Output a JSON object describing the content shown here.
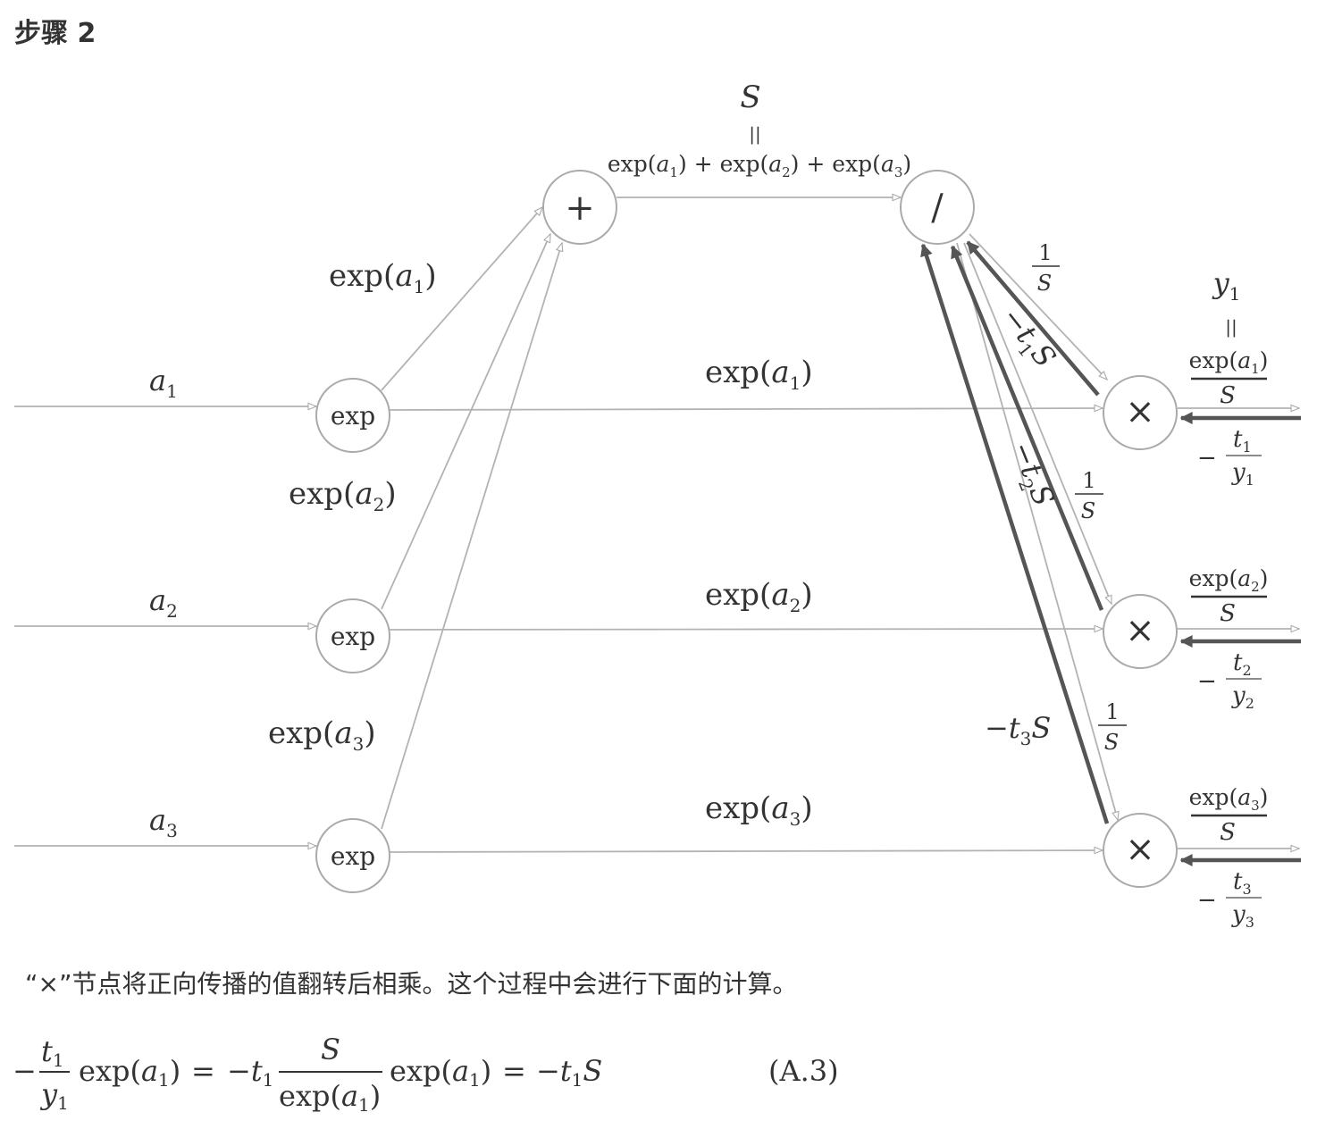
{
  "header": {
    "title": "步骤 2"
  },
  "graph": {
    "inputs": [
      {
        "label": "a",
        "sub": "1"
      },
      {
        "label": "a",
        "sub": "2"
      },
      {
        "label": "a",
        "sub": "3"
      }
    ],
    "exp_node_label": "exp",
    "plus_node_label": "+",
    "div_node_label": "/",
    "mul_node_label": "×",
    "exp_edge_labels": [
      {
        "pre": "exp(",
        "var": "a",
        "sub": "1",
        "post": ")"
      },
      {
        "pre": "exp(",
        "var": "a",
        "sub": "2",
        "post": ")"
      },
      {
        "pre": "exp(",
        "var": "a",
        "sub": "3",
        "post": ")"
      }
    ],
    "sum": {
      "symbol": "S",
      "equals": "||",
      "terms": [
        {
          "pre": "exp(",
          "var": "a",
          "sub": "1",
          "post": ")"
        },
        {
          "pre": "exp(",
          "var": "a",
          "sub": "2",
          "post": ")"
        },
        {
          "pre": "exp(",
          "var": "a",
          "sub": "3",
          "post": ")"
        }
      ],
      "plus": " + "
    },
    "inv_s": {
      "num": "1",
      "den": "S"
    },
    "back_labels": [
      {
        "pre": "−t",
        "sub": "1",
        "post": "S"
      },
      {
        "pre": "−t",
        "sub": "2",
        "post": "S"
      },
      {
        "pre": "−t",
        "sub": "3",
        "post": "S"
      }
    ],
    "outputs": [
      {
        "num": {
          "pre": "exp(",
          "var": "a",
          "sub": "1",
          "post": ")"
        },
        "den": "S",
        "grad_sign": "−",
        "grad_num": {
          "var": "t",
          "sub": "1"
        },
        "grad_den": {
          "var": "y",
          "sub": "1"
        }
      },
      {
        "num": {
          "pre": "exp(",
          "var": "a",
          "sub": "2",
          "post": ")"
        },
        "den": "S",
        "grad_sign": "−",
        "grad_num": {
          "var": "t",
          "sub": "2"
        },
        "grad_den": {
          "var": "y",
          "sub": "2"
        }
      },
      {
        "num": {
          "pre": "exp(",
          "var": "a",
          "sub": "3",
          "post": ")"
        },
        "den": "S",
        "grad_sign": "−",
        "grad_num": {
          "var": "t",
          "sub": "3"
        },
        "grad_den": {
          "var": "y",
          "sub": "3"
        }
      }
    ],
    "y1": {
      "var": "y",
      "sub": "1",
      "equals": "||"
    }
  },
  "caption": {
    "text": "“×”节点将正向传播的值翻转后相乘。这个过程中会进行下面的计算。"
  },
  "equation": {
    "lead_sign": "−",
    "frac1": {
      "num": {
        "var": "t",
        "sub": "1"
      },
      "den": {
        "var": "y",
        "sub": "1"
      }
    },
    "exp_term": {
      "pre": "exp(",
      "var": "a",
      "sub": "1",
      "post": ")"
    },
    "eq": "=",
    "neg_t1": {
      "pre": "−t",
      "sub": "1"
    },
    "frac2": {
      "num": "S",
      "den": {
        "pre": "exp(",
        "var": "a",
        "sub": "1",
        "post": ")"
      }
    },
    "final": {
      "pre": "−t",
      "sub": "1",
      "post": "S"
    },
    "tag": "(A.3)"
  }
}
